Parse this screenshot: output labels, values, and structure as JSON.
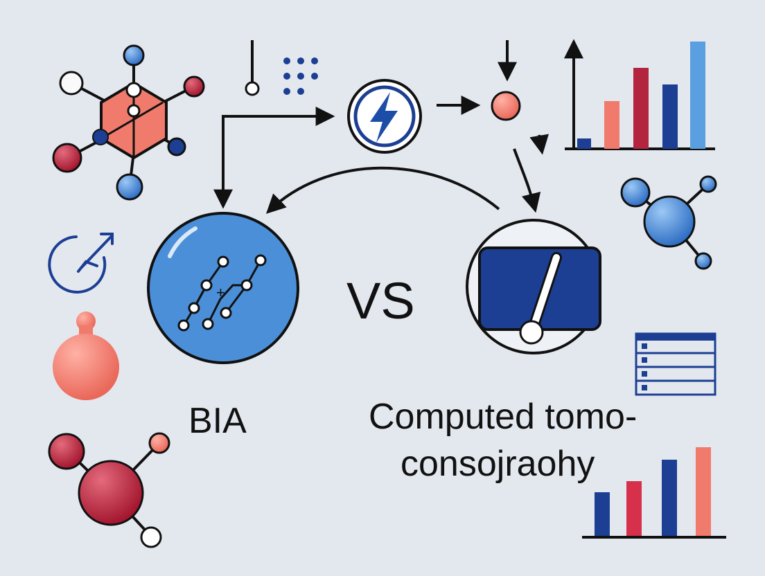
{
  "labels": {
    "left_method": "BIA",
    "versus": "VS",
    "right_method_line1": "Computed tomo-",
    "right_method_line2": "consojraohy"
  },
  "colors": {
    "background": "#e3e7ee",
    "navy": "#1c3f94",
    "blue": "#4a8fd8",
    "light_blue": "#5a9fe0",
    "coral": "#f07a6c",
    "crimson": "#b3243f",
    "ink": "#111111"
  },
  "icons": [
    "molecule-hexagon-icon",
    "molecule-blue-icon",
    "molecule-red-icon",
    "lightning-icon",
    "flask-icon",
    "refresh-arrow-icon",
    "dot-grid-icon",
    "list-panel-icon",
    "bar-chart-icon",
    "gauge-icon",
    "network-graph-icon"
  ]
}
